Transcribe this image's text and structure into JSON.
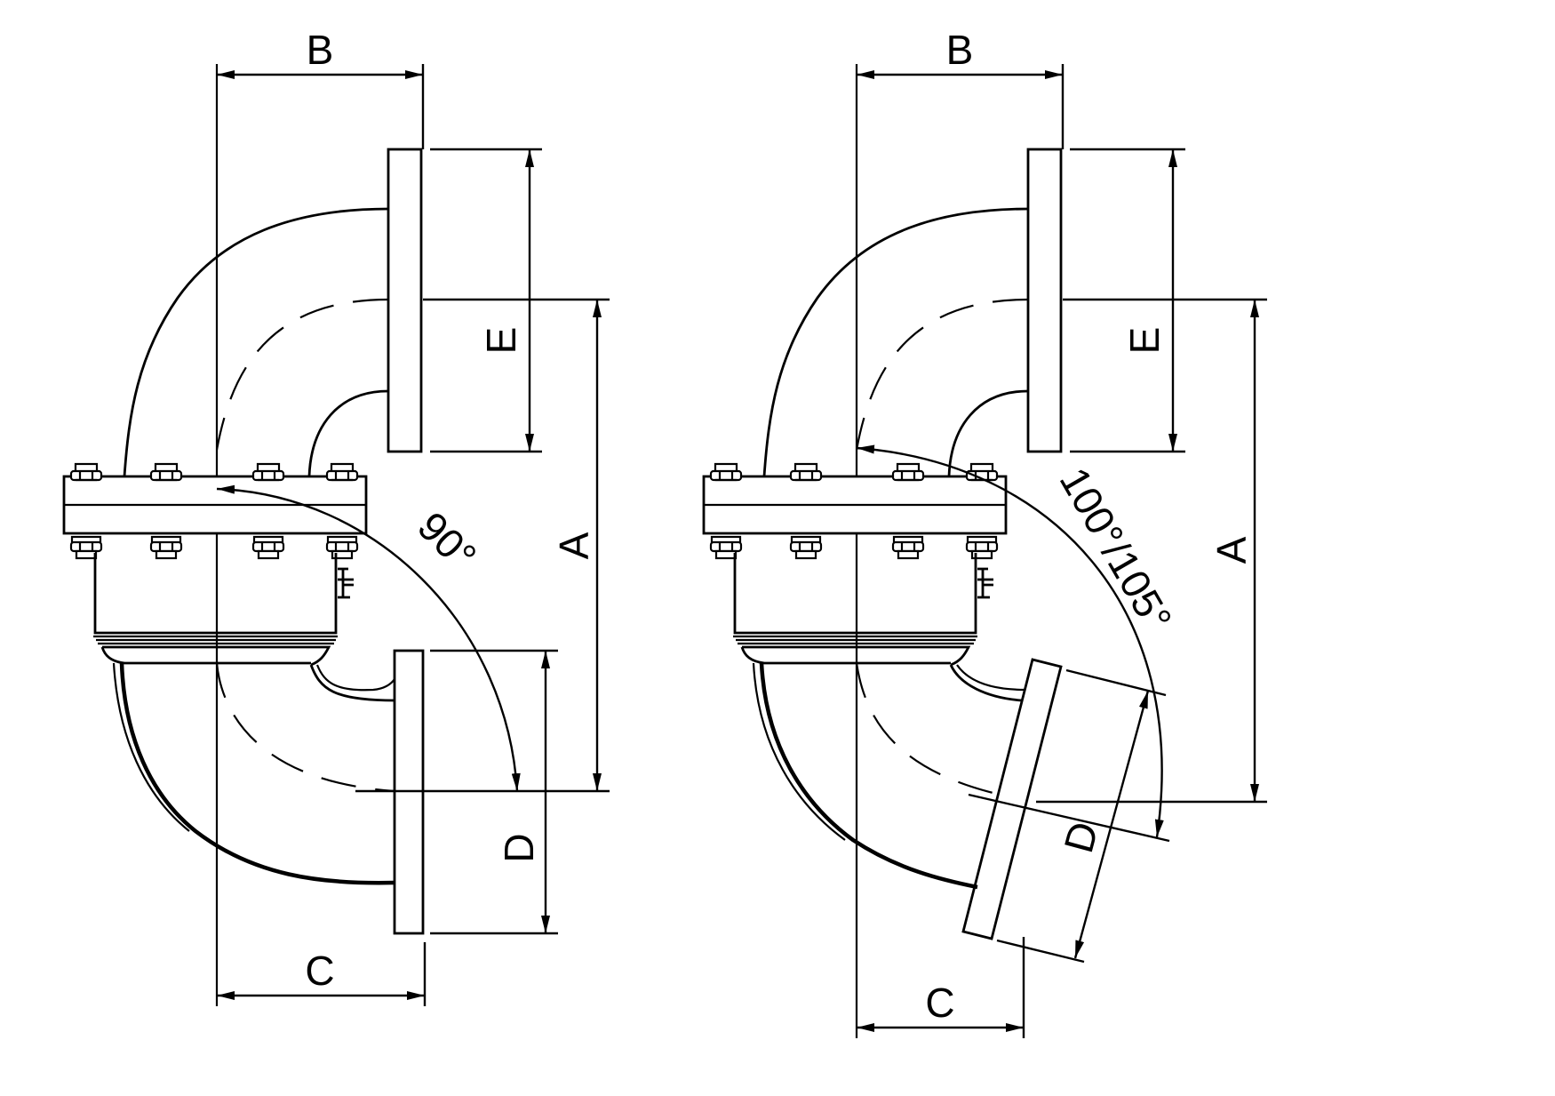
{
  "figures": [
    {
      "name": "elbow-90",
      "dimensions": {
        "A": "A",
        "B": "B",
        "C": "C",
        "D": "D",
        "E": "E"
      },
      "angle": "90°"
    },
    {
      "name": "elbow-100-105",
      "dimensions": {
        "A": "A",
        "B": "B",
        "C": "C",
        "D": "D",
        "E": "E"
      },
      "angle": "100°/105°"
    }
  ],
  "colors": {
    "line": "#000000",
    "background": "#ffffff"
  }
}
